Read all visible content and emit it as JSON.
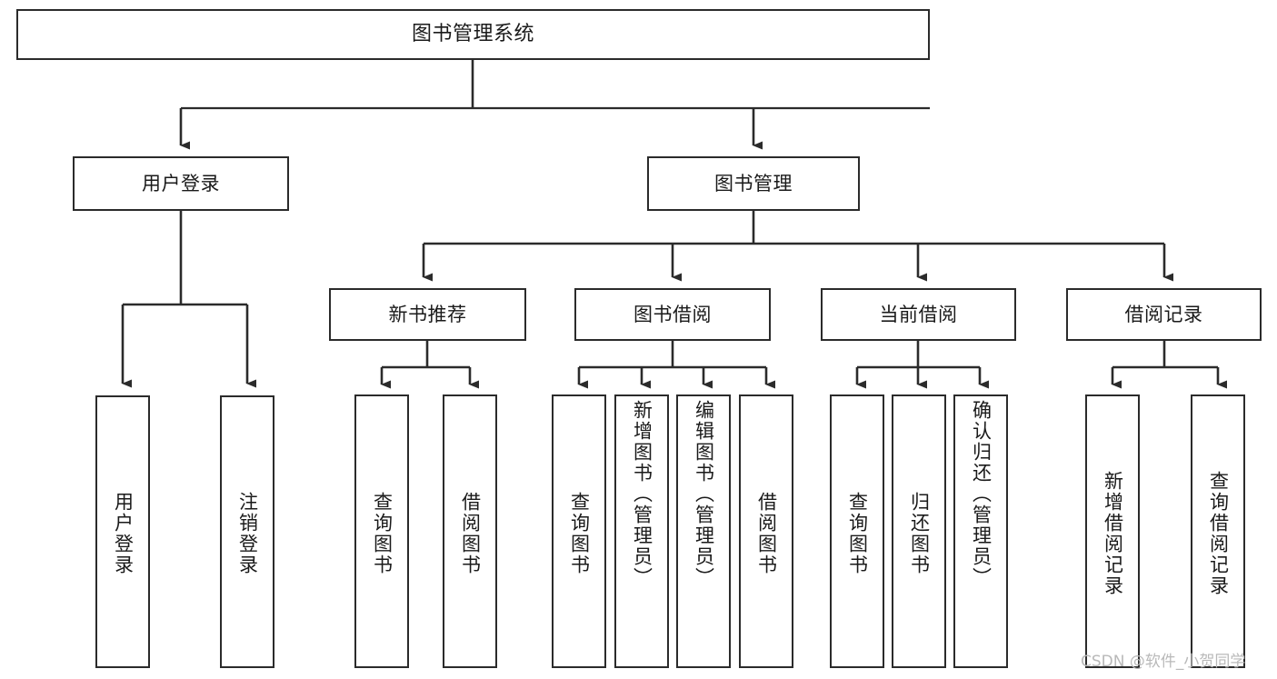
{
  "diagram": {
    "type": "tree",
    "title": "图书管理系统",
    "watermark": "CSDN @软件_小贺同学",
    "colors": {
      "node_border": "#2b2b2b",
      "node_fill": "#ffffff",
      "edge": "#2b2b2b",
      "text": "#1a1a1a",
      "watermark": "#b9b9b9",
      "background": "#ffffff"
    },
    "nodes": {
      "root": {
        "label": "图书管理系统"
      },
      "level2": [
        {
          "id": "user-login",
          "label": "用户登录"
        },
        {
          "id": "book-manage",
          "label": "图书管理"
        }
      ],
      "level3": [
        {
          "id": "new-book-recommend",
          "label": "新书推荐"
        },
        {
          "id": "book-borrow",
          "label": "图书借阅"
        },
        {
          "id": "current-borrow",
          "label": "当前借阅"
        },
        {
          "id": "borrow-record",
          "label": "借阅记录"
        }
      ],
      "leaves": {
        "user_login": [
          {
            "id": "leaf-user-login",
            "label": "用户登录"
          },
          {
            "id": "leaf-logout-login",
            "label": "注销登录"
          }
        ],
        "new_book_recommend": [
          {
            "id": "leaf-query-book-1",
            "label": "查询图书"
          },
          {
            "id": "leaf-borrow-book-1",
            "label": "借阅图书"
          }
        ],
        "book_borrow": [
          {
            "id": "leaf-query-book-2",
            "label": "查询图书"
          },
          {
            "id": "leaf-add-book",
            "label": "新增图书（管理员）"
          },
          {
            "id": "leaf-edit-book",
            "label": "编辑图书（管理员）"
          },
          {
            "id": "leaf-borrow-book-2",
            "label": "借阅图书"
          }
        ],
        "current_borrow": [
          {
            "id": "leaf-query-book-3",
            "label": "查询图书"
          },
          {
            "id": "leaf-return-book",
            "label": "归还图书"
          },
          {
            "id": "leaf-confirm-return",
            "label": "确认归还（管理员）"
          }
        ],
        "borrow_record": [
          {
            "id": "leaf-add-record",
            "label": "新增借阅记录"
          },
          {
            "id": "leaf-query-record",
            "label": "查询借阅记录"
          }
        ]
      }
    }
  }
}
